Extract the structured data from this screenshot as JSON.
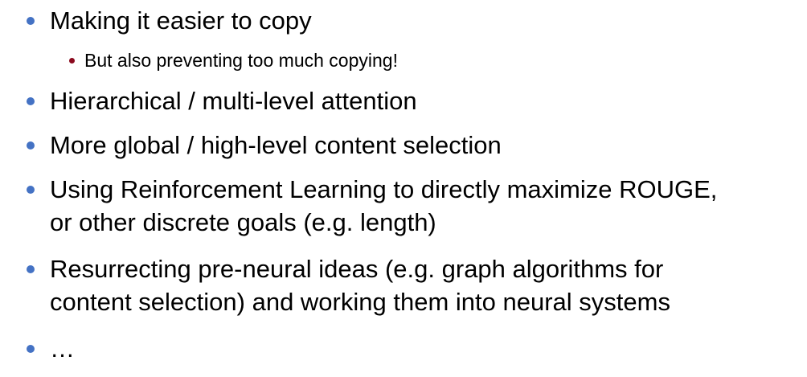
{
  "colors": {
    "bullet_level1": "#4472c4",
    "bullet_level2": "#8b0a1e",
    "text": "#000000",
    "background": "#ffffff"
  },
  "bullets": [
    {
      "text": "Making it easier to copy",
      "sub": [
        {
          "text": "But also preventing too much copying!"
        }
      ]
    },
    {
      "text": "Hierarchical / multi-level attention"
    },
    {
      "text": "More global / high-level content selection"
    },
    {
      "lines": [
        "Using Reinforcement Learning to directly maximize ROUGE,",
        "or other discrete goals (e.g. length)"
      ]
    },
    {
      "lines": [
        "Resurrecting pre-neural ideas (e.g. graph algorithms for",
        "content selection) and working them into neural systems"
      ]
    },
    {
      "text": "…"
    }
  ]
}
